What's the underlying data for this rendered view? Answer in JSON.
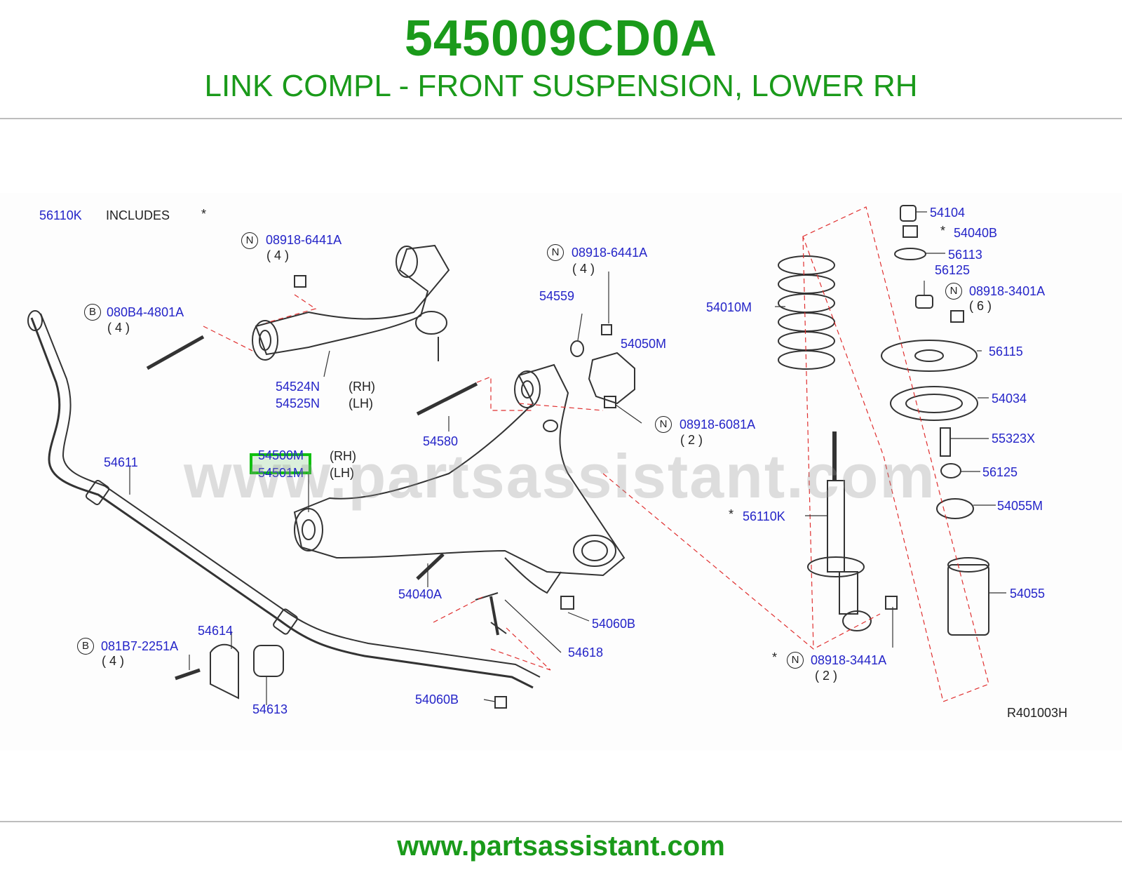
{
  "header": {
    "part_number": "545009CD0A",
    "description": "LINK COMPL - FRONT SUSPENSION, LOWER RH"
  },
  "diagram": {
    "watermark": "www.partsassistant.com",
    "ref_code": "R401003H",
    "labels": {
      "l56110k_inc": "56110K",
      "includes": "INCLUDES",
      "star1": "*",
      "n_a": "08918-6441A",
      "n_a_qty": "( 4 )",
      "b_a": "080B4-4801A",
      "b_a_qty": "( 4 )",
      "p54524n": "54524N",
      "p54525n": "54525N",
      "rh1": "(RH)",
      "lh1": "(LH)",
      "n_b": "08918-6441A",
      "n_b_qty": "( 4 )",
      "p54559": "54559",
      "p54050m": "54050M",
      "n_c": "08918-6081A",
      "n_c_qty": "( 2 )",
      "p54580": "54580",
      "p54500m": "54500M",
      "p54501m": "54501M",
      "rh2": "(RH)",
      "lh2": "(LH)",
      "p54611": "54611",
      "p54040a": "54040A",
      "p54060b_a": "54060B",
      "p54618": "54618",
      "p54060b_b": "54060B",
      "b_b": "081B7-2251A",
      "b_b_qty": "( 4 )",
      "p54614": "54614",
      "p54613": "54613",
      "p54010m": "54010M",
      "star2": "*",
      "p56110k": "56110K",
      "star3": "*",
      "n_d": "08918-3441A",
      "n_d_qty": "( 2 )",
      "p54104": "54104",
      "star4": "*",
      "p54040b": "54040B",
      "p56113": "56113",
      "p56125_a": "56125",
      "n_e": "08918-3401A",
      "n_e_qty": "( 6 )",
      "p56115": "56115",
      "p54034": "54034",
      "p55323x": "55323X",
      "p56125_b": "56125",
      "p54055m": "54055M",
      "p54055": "54055"
    },
    "markers": {
      "n": "N",
      "b": "B"
    },
    "colors": {
      "title": "#1a9a1a",
      "label": "#2424c8",
      "dash": "#e03030",
      "highlight": "#10c010"
    }
  },
  "footer": {
    "url": "www.partsassistant.com"
  }
}
